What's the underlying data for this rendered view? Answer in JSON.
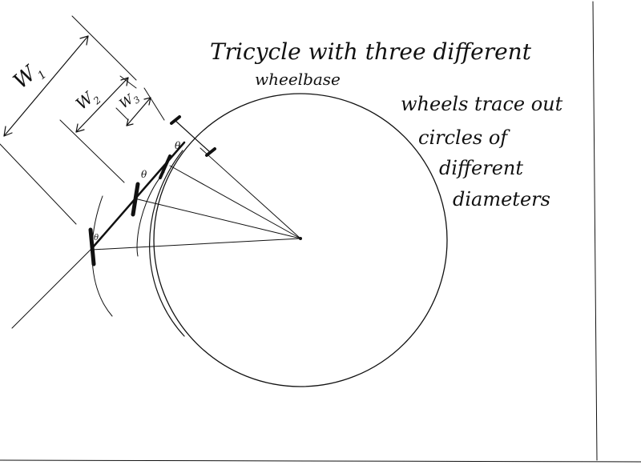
{
  "title_line1": "Tricycle with three different",
  "title_line2": "wheelbase",
  "note_line1": "wheels trace out",
  "note_line2": "circles of",
  "note_line3": "different",
  "note_line4": "diameters",
  "labels": {
    "w1": "W",
    "w1_sub": "1",
    "w2": "W",
    "w2_sub": "2",
    "w3": "W",
    "w3_sub": "3",
    "theta": "θ"
  }
}
